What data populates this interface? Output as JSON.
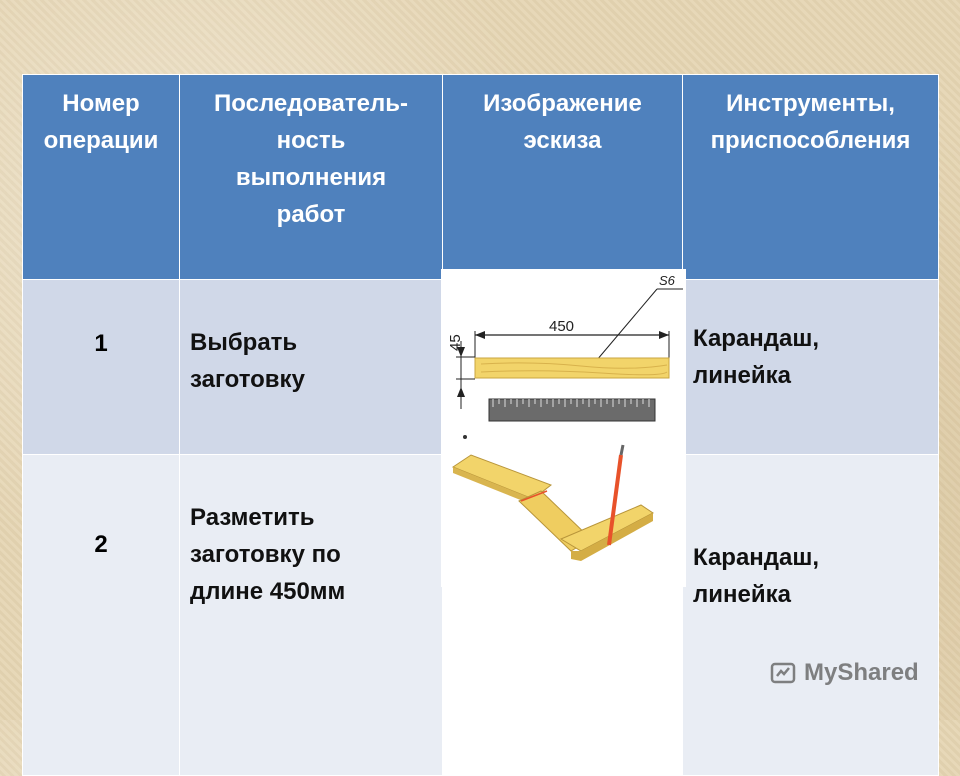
{
  "table": {
    "headers": [
      "Номер операции",
      "Последователь-ность выполнения работ",
      "Изображение эскиза",
      "Инструменты, приспособления"
    ],
    "header_lines": [
      [
        "Номер",
        "операции"
      ],
      [
        "Последователь-",
        "ность",
        "выполнения",
        "работ"
      ],
      [
        "Изображение",
        "эскиза"
      ],
      [
        "Инструменты,",
        "приспособления"
      ]
    ],
    "rows": [
      {
        "number": "1",
        "steps": [
          "Выбрать",
          "заготовку"
        ],
        "tools": [
          "Карандаш,",
          "линейка"
        ]
      },
      {
        "number": "2",
        "steps": [
          "Разметить",
          "заготовку по",
          "длине 450мм"
        ],
        "tools": [
          "Карандаш,",
          "линейка"
        ]
      }
    ]
  },
  "sketch": {
    "dimension_length": "450",
    "dimension_height": "45",
    "surface_mark": "S6"
  },
  "watermark": {
    "text": "MyShared"
  },
  "colors": {
    "header_bg": "#4f81bd",
    "row1_bg": "#d0d8e8",
    "row2_bg": "#e9edf4",
    "wood": "#f2d46a",
    "pencil": "#e8522a"
  }
}
